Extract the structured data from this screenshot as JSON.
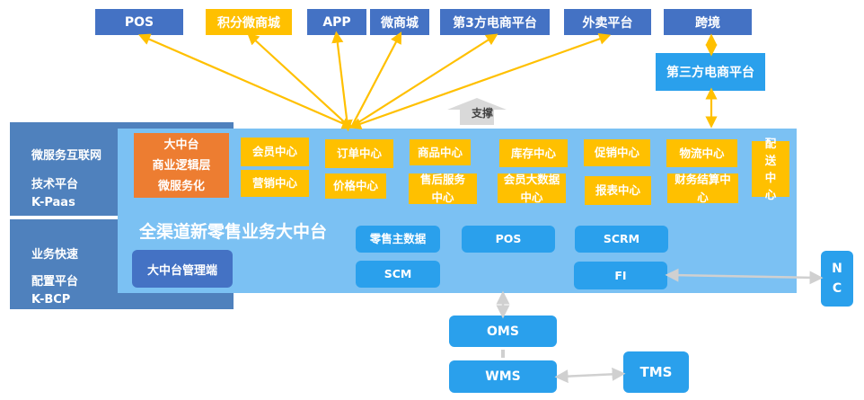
{
  "channels": [
    {
      "label": "POS",
      "color": "#4472c4"
    },
    {
      "label": "积分微商城",
      "color": "#ffc000"
    },
    {
      "label": "APP",
      "color": "#4472c4"
    },
    {
      "label": "微商城",
      "color": "#4472c4"
    },
    {
      "label": "第3方电商平台",
      "color": "#4472c4"
    },
    {
      "label": "外卖平台",
      "color": "#4472c4"
    },
    {
      "label": "跨境",
      "color": "#4472c4"
    }
  ],
  "third_party_platform": "第三方电商平台",
  "support_label": "支撑",
  "left_panels": [
    {
      "lines": [
        "微服务互联网",
        "技术平台",
        "K-Paas"
      ]
    },
    {
      "lines": [
        "业务快速",
        "配置平台",
        "K-BCP"
      ]
    }
  ],
  "logic_layer": {
    "lines": [
      "大中台",
      "商业逻辑层",
      "微服务化"
    ]
  },
  "centers": [
    {
      "label": "会员中心"
    },
    {
      "label": "营销中心"
    },
    {
      "label": "订单中心"
    },
    {
      "label": "价格中心"
    },
    {
      "label": "商品中心"
    },
    {
      "label": "售后服务中心"
    },
    {
      "label": "库存中心"
    },
    {
      "label": "会员大数据中心"
    },
    {
      "label": "促销中心"
    },
    {
      "label": "报表中心"
    },
    {
      "label": "物流中心"
    },
    {
      "label": "财务结算中心"
    },
    {
      "label": "配送中心"
    }
  ],
  "platform_title": "全渠道新零售业务大中台",
  "admin_label": "大中台管理端",
  "systems": [
    {
      "label": "零售主数据"
    },
    {
      "label": "POS"
    },
    {
      "label": "SCRM"
    },
    {
      "label": "SCM"
    },
    {
      "label": "FI"
    }
  ],
  "external": {
    "nc": "N C",
    "oms": "OMS",
    "wms": "WMS",
    "tms": "TMS"
  },
  "colors": {
    "dark_blue": "#4472c4",
    "gold": "#ffc000",
    "orange": "#ed7d31",
    "sky": "#2aa0ec",
    "light_blue": "#7bc1f3",
    "steel": "#4f81bd"
  }
}
